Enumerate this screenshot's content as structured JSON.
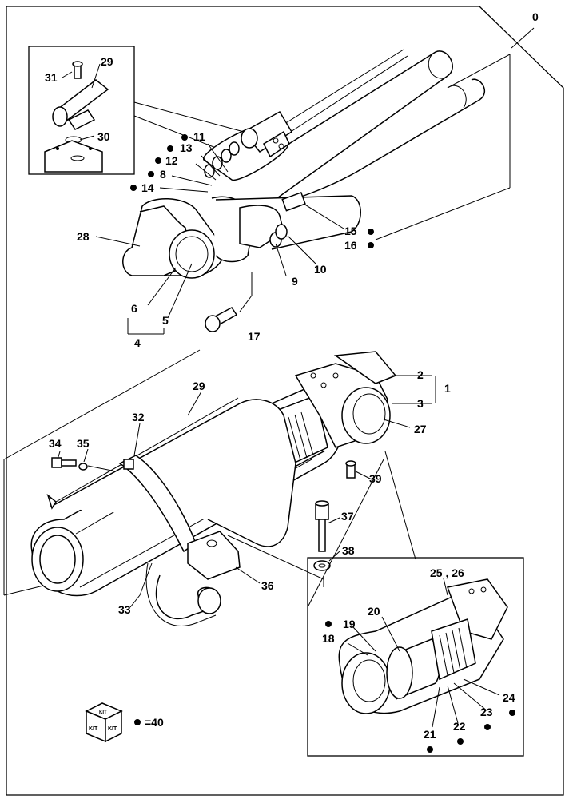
{
  "callouts": {
    "c0": "0",
    "c1": "1",
    "c2": "2",
    "c3": "3",
    "c4": "4",
    "c5": "5",
    "c6": "6",
    "c8": "8",
    "c9": "9",
    "c10": "10",
    "c11": "11",
    "c12": "12",
    "c13": "13",
    "c14": "14",
    "c15": "15",
    "c16": "16",
    "c17": "17",
    "c18": "18",
    "c19": "19",
    "c20": "20",
    "c21": "21",
    "c22": "22",
    "c23": "23",
    "c24": "24",
    "c2526": "25 , 26",
    "c27": "27",
    "c28": "28",
    "c29a": "29",
    "c29b": "29",
    "c30": "30",
    "c31": "31",
    "c32": "32",
    "c33": "33",
    "c34": "34",
    "c35": "35",
    "c36": "36",
    "c37": "37",
    "c38": "38",
    "c39": "39"
  },
  "kit_legend": {
    "box_text_top": "KIT",
    "box_text_left": "KIT",
    "box_text_right": "KIT",
    "equals_text": "=40"
  }
}
